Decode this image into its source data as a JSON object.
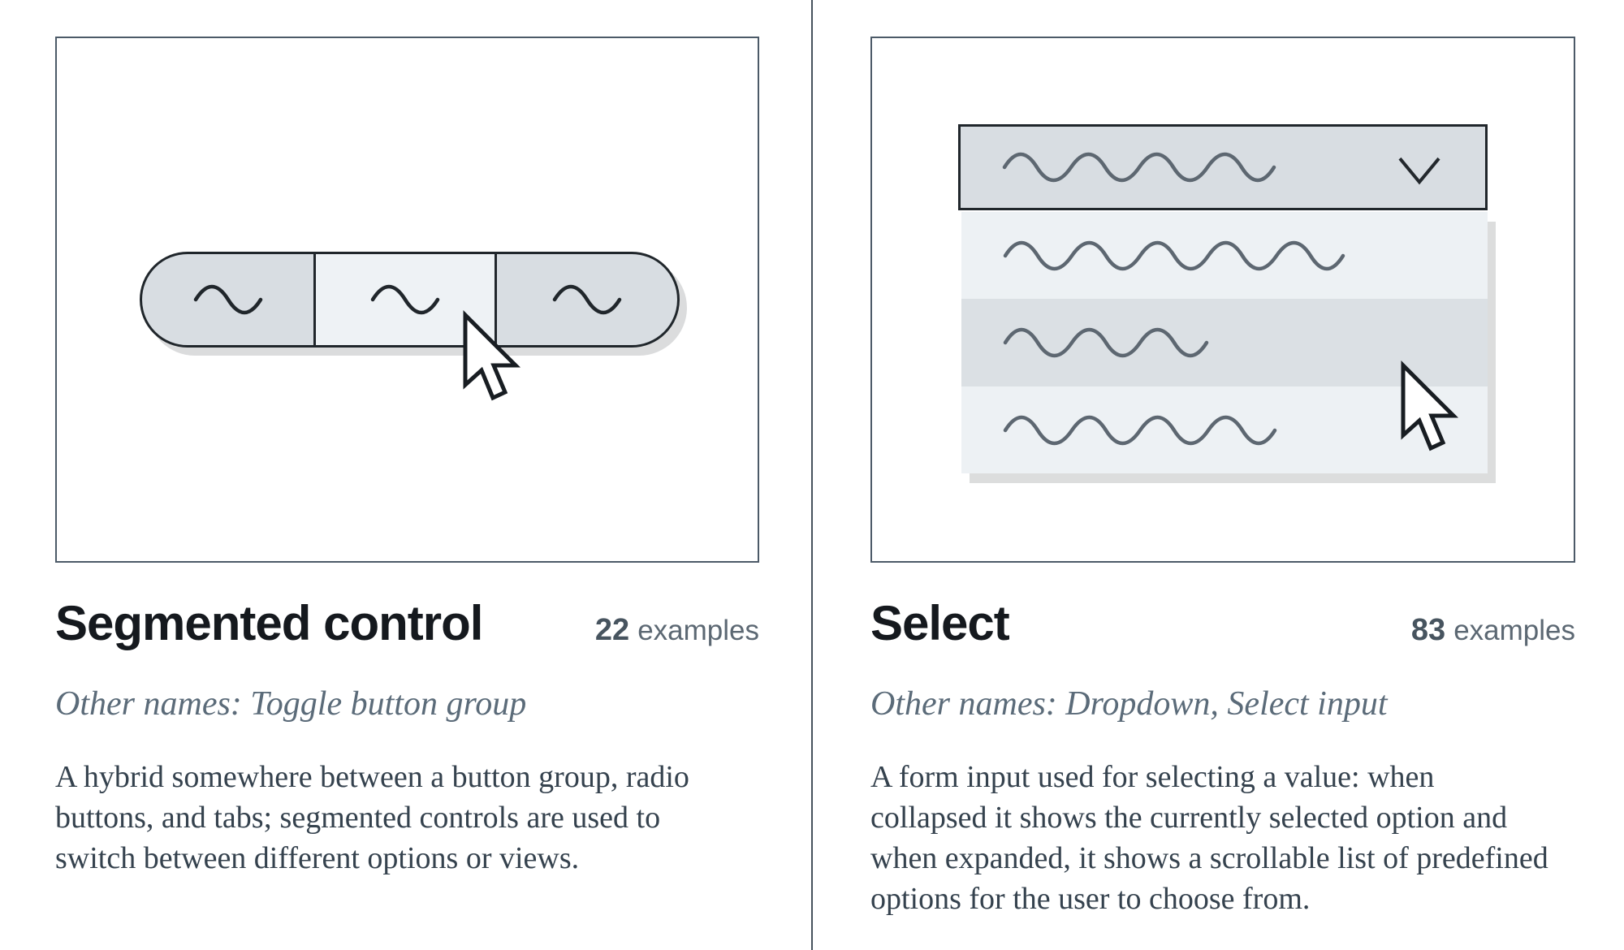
{
  "cards": [
    {
      "id": "segmented-control",
      "title": "Segmented control",
      "examples_count": "22",
      "examples_label": "examples",
      "other_names": "Other names: Toggle button group",
      "description": "A hybrid somewhere between a button group, radio buttons, and tabs; segmented controls are used to switch between different options or views.",
      "illustration": "segmented-control-with-cursor"
    },
    {
      "id": "select",
      "title": "Select",
      "examples_count": "83",
      "examples_label": "examples",
      "other_names": "Other names: Dropdown, Select input",
      "description": "A form input used for selecting a value: when collapsed it shows the currently selected option and when expanded, it shows a scrollable list of predefined options for the user to choose from.",
      "illustration": "select-dropdown-with-cursor"
    }
  ],
  "icons": [
    "wave-icon",
    "chevron-down-icon",
    "cursor-icon"
  ],
  "colors": {
    "divider": "#47525e",
    "illustration_box_border": "#4c5a68",
    "outline_dark": "#20262b",
    "control_fill_gray": "#d8dde2",
    "control_fill_active": "#eef2f5",
    "option_row_light": "#edf1f4",
    "option_row_highlight": "#dbe0e4",
    "wave_dark": "#20262b",
    "wave_gray": "#5d6771",
    "shadow": "#dcdddd",
    "title_text": "#15191e",
    "count_text": "#47545f",
    "examples_text": "#5c6873",
    "other_names_text": "#5b6b79",
    "description_text": "#35424e",
    "cursor_fill": "#ffffff",
    "cursor_outline": "#181d22"
  }
}
